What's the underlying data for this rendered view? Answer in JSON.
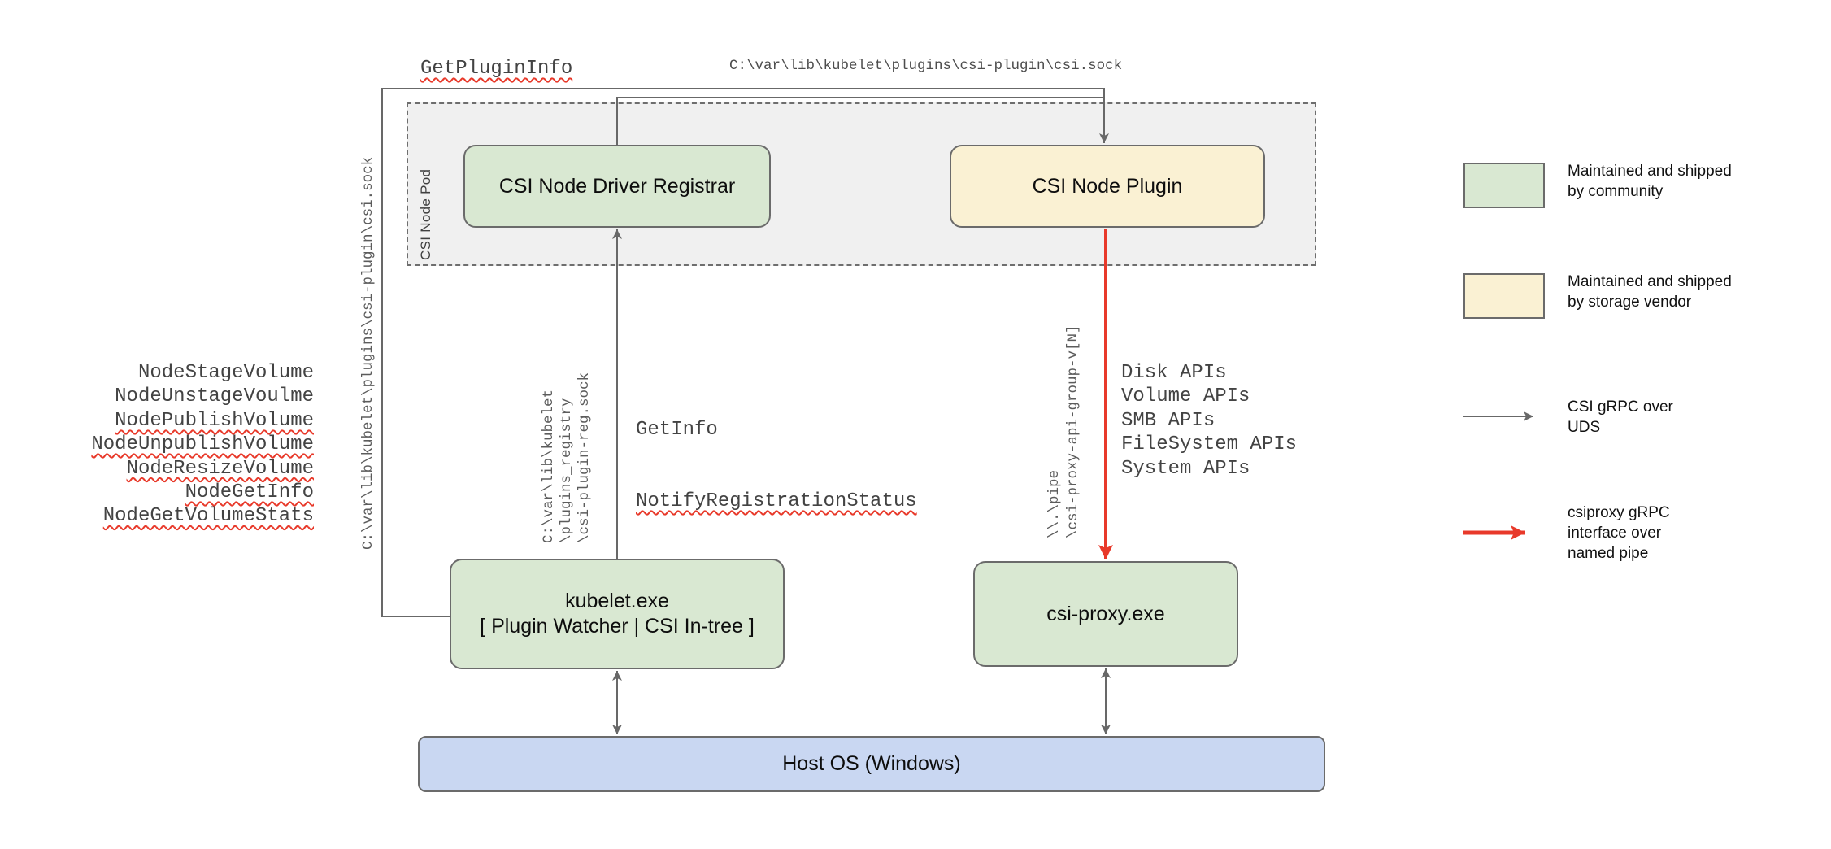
{
  "diagram": {
    "title_semantic": "CSI on Windows architecture",
    "pod": {
      "label": "CSI Node Pod"
    },
    "nodes": {
      "registrar": {
        "label": "CSI Node Driver Registrar"
      },
      "plugin": {
        "label": "CSI Node Plugin"
      },
      "kubelet": {
        "line1": "kubelet.exe",
        "line2": "[ Plugin Watcher | CSI In-tree ]"
      },
      "csi_proxy": {
        "label": "csi-proxy.exe"
      },
      "host_os": {
        "label": "Host OS (Windows)"
      }
    },
    "labels": {
      "get_plugin_info": "GetPluginInfo",
      "csi_sock_top": "C:\\var\\lib\\kubelet\\plugins\\csi-plugin\\csi.sock",
      "csi_sock_left": "C:\\var\\lib\\kubelet\\plugins\\csi-plugin\\csi.sock",
      "registry_sock_lines": [
        "C:\\var\\lib\\kubelet",
        "\\plugins_registry",
        "\\csi-plugin-reg.sock"
      ],
      "get_info": "GetInfo",
      "notify_registration_status": "NotifyRegistrationStatus",
      "pipe_lines": [
        "\\\\.\\pipe",
        "\\csi-proxy-api-group-v[N]"
      ],
      "node_calls": [
        {
          "text": "NodeStageVolume",
          "squiggle": false
        },
        {
          "text": "NodeUnstageVoulme",
          "squiggle": false
        },
        {
          "text": "NodePublishVolume",
          "squiggle": true
        },
        {
          "text": "NodeUnpublishVolume",
          "squiggle": true
        },
        {
          "text": "NodeResizeVolume",
          "squiggle": true
        },
        {
          "text": "NodeGetInfo",
          "squiggle": true
        },
        {
          "text": "NodeGetVolumeStats",
          "squiggle": true
        }
      ],
      "apis": [
        "Disk APIs",
        "Volume APIs",
        "SMB APIs",
        "FileSystem APIs",
        "System APIs"
      ]
    },
    "legend": {
      "items": [
        {
          "kind": "swatch-community",
          "lines": [
            "Maintained and shipped",
            "by community"
          ]
        },
        {
          "kind": "swatch-vendor",
          "lines": [
            "Maintained and shipped",
            "by storage vendor"
          ]
        },
        {
          "kind": "arrow-uds",
          "lines": [
            "CSI gRPC over",
            "UDS"
          ]
        },
        {
          "kind": "arrow-namedpipe",
          "lines": [
            "csiproxy gRPC",
            "interface over",
            "named pipe"
          ]
        }
      ]
    },
    "colors": {
      "community_green": "#d9e8d2",
      "vendor_yellow": "#faf1d3",
      "host_blue": "#c9d7f2",
      "pod_gray": "#f0f0f0",
      "wire_gray": "#686868",
      "pipe_red": "#e8392a"
    }
  }
}
